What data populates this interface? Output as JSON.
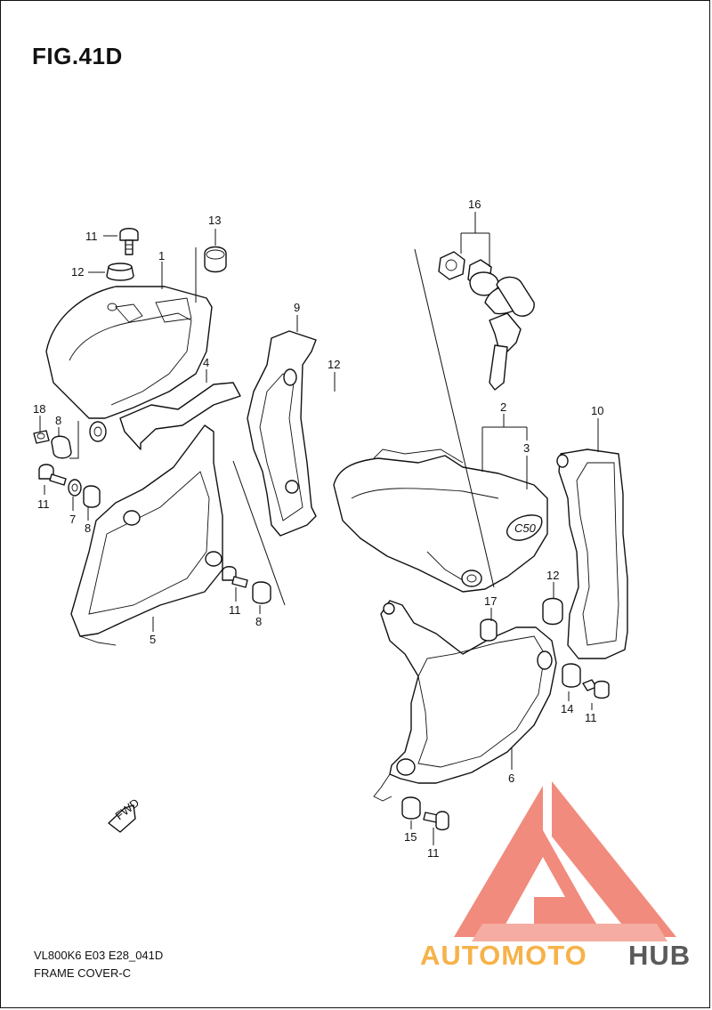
{
  "figure": {
    "title": "FIG.41D",
    "model_code": "VL800K6 E03 E28_041D",
    "section_name": "FRAME COVER-C"
  },
  "callouts": {
    "c1": "1",
    "c2": "2",
    "c3": "3",
    "c4": "4",
    "c5": "5",
    "c6": "6",
    "c7": "7",
    "c8a": "8",
    "c8b": "8",
    "c8c": "8",
    "c9": "9",
    "c10": "10",
    "c11a": "11",
    "c11b": "11",
    "c11c": "11",
    "c11d": "11",
    "c11e": "11",
    "c12a": "12",
    "c12b": "12",
    "c12c": "12",
    "c13": "13",
    "c14": "14",
    "c15": "15",
    "c16": "16",
    "c17": "17",
    "c18": "18"
  },
  "direction_arrow": {
    "label": "FWD"
  },
  "watermark": {
    "text_part1": "AUTOMOTO",
    "text_part2": "HUB",
    "color_primary": "#f07f6f",
    "color_secondary": "#5a5a5a",
    "color_accent": "#f6b24a"
  }
}
